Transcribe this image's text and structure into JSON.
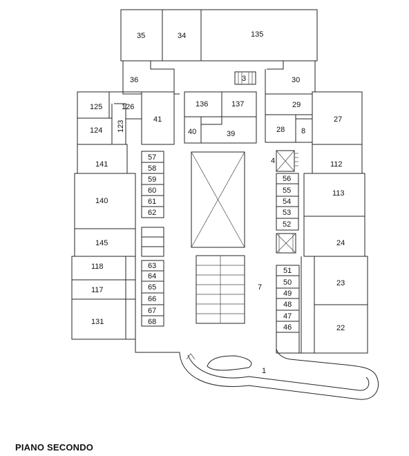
{
  "map": {
    "title": "PIANO SECONDO",
    "rooms": {
      "r35": "35",
      "r34": "34",
      "r135": "135",
      "r36": "36",
      "r3": "3",
      "r30": "30",
      "r125": "125",
      "r126": "126",
      "r123": "123",
      "r124": "124",
      "r41": "41",
      "r136": "136",
      "r137": "137",
      "r40": "40",
      "r39": "39",
      "r29": "29",
      "r28": "28",
      "r8": "8",
      "r27": "27",
      "r141": "141",
      "r4": "4",
      "r112": "112",
      "r113": "113",
      "r140": "140",
      "r145": "145",
      "r24": "24",
      "r118": "118",
      "r117": "117",
      "r131": "131",
      "r23": "23",
      "r22": "22",
      "r7": "7",
      "r1": "1",
      "r57": "57",
      "r58": "58",
      "r59": "59",
      "r60": "60",
      "r61": "61",
      "r62": "62",
      "r63": "63",
      "r64": "64",
      "r65": "65",
      "r66": "66",
      "r67": "67",
      "r68": "68",
      "r56": "56",
      "r55": "55",
      "r54": "54",
      "r53": "53",
      "r52": "52",
      "r51": "51",
      "r50": "50",
      "r49": "49",
      "r48": "48",
      "r47": "47",
      "r46": "46"
    }
  }
}
